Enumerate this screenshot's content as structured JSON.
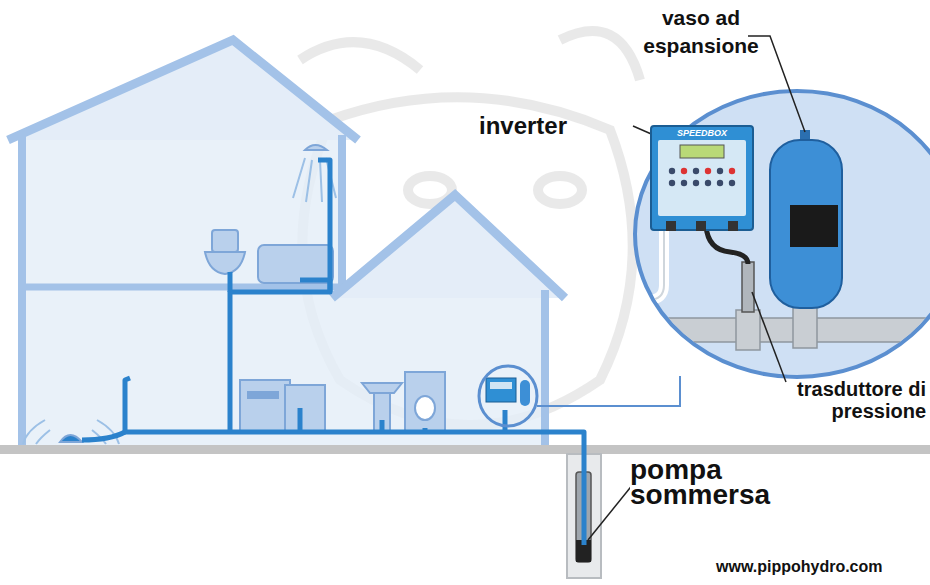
{
  "diagram": {
    "nodes": [
      {
        "text": [
          "inverter"
        ]
      },
      {
        "text": [
          "SPEEDBOX"
        ],
        "in": 0
      }
    ],
    "labels": [
      "vaso ad espansione",
      "trasduttore di pressione",
      "pompa sommersa",
      "www.pippohydro.com"
    ]
  }
}
